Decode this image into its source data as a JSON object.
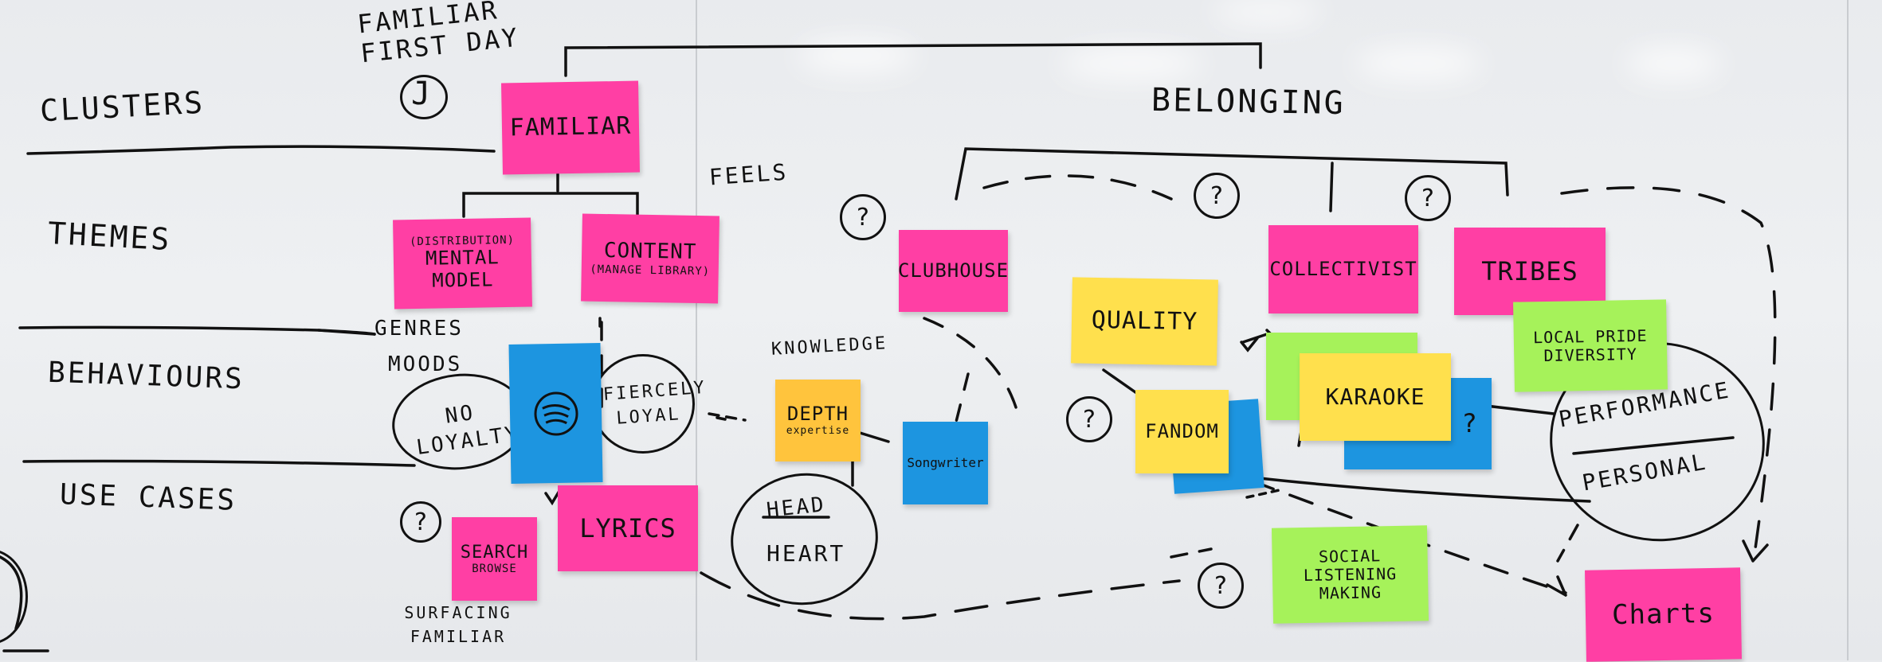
{
  "clusters_label": "CLUSTERS",
  "themes_label": "THEMES",
  "behaviours_label": "BEHAVIOURS",
  "use_cases_label": "USE CASES",
  "top_note": "FAMILIAR FIRST DAY",
  "belonging_label": "BELONGING",
  "feels_label": "FEELS",
  "knowledge_label": "KNOWLEDGE",
  "genres_label": "GENRES",
  "moods_label": "MOODS",
  "no_loyalty_label": "NO LOYALTY",
  "fiercely_loyal_label": "FIERCELY LOYAL",
  "head_label": "HEAD",
  "heart_label": "HEART",
  "performance_label": "PERFORMANCE",
  "personal_label": "PERSONAL",
  "surfacing_label": "SURFACING FAMILIAR",
  "question_mark": "?",
  "notes": {
    "familiar": "FAMILIAR",
    "mental_model_sub": "(DISTRIBUTION)",
    "mental_model": "MENTAL MODEL",
    "content": "CONTENT",
    "content_sub": "(MANAGE LIBRARY)",
    "clubhouse": "CLUBHOUSE",
    "quality": "QUALITY",
    "collectivist": "COLLECTIVIST",
    "tribes": "TRIBES",
    "local_pride": "LOCAL PRIDE DIVERSITY",
    "depth": "DEPTH",
    "depth_sub": "expertise",
    "songwriter": "Songwriter",
    "fandom": "FANDOM",
    "karaoke": "KARAOKE",
    "search": "SEARCH",
    "search_sub": "BROWSE",
    "lyrics": "LYRICS",
    "social": "SOCIAL LISTENING MAKING",
    "charts": "Charts"
  },
  "colors": {
    "pink": "#ff3fa4",
    "yellow": "#ffe04d",
    "orange": "#ffc43d",
    "green": "#a6f25a",
    "blue": "#1d95e0",
    "ink": "#111111"
  }
}
